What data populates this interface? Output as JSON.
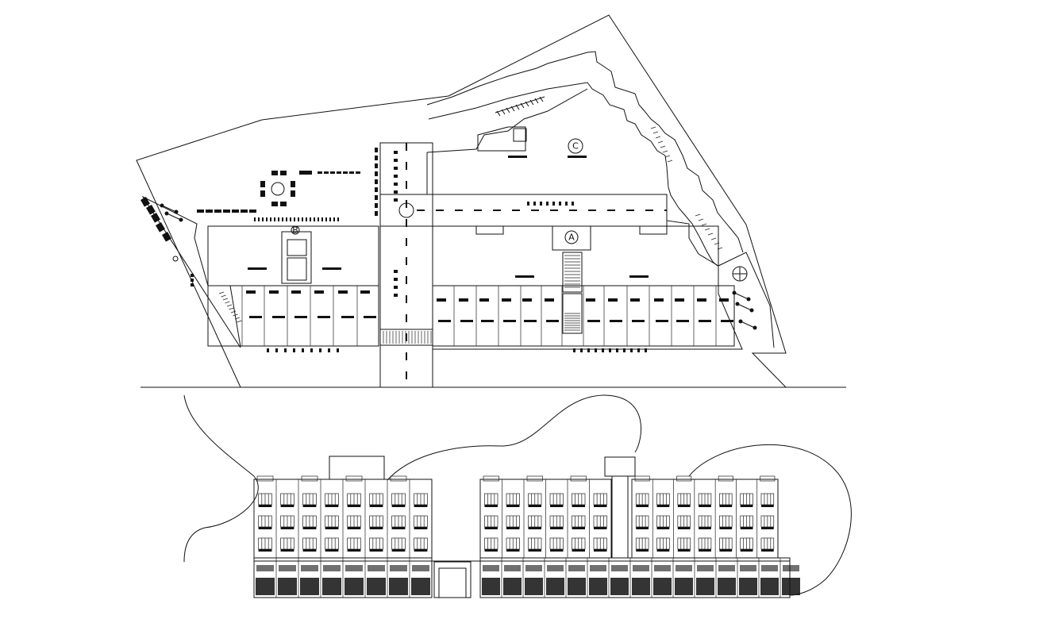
{
  "site_plan": {
    "block_labels": {
      "a": "A",
      "b": "B",
      "c": "C"
    }
  },
  "elevation": {}
}
